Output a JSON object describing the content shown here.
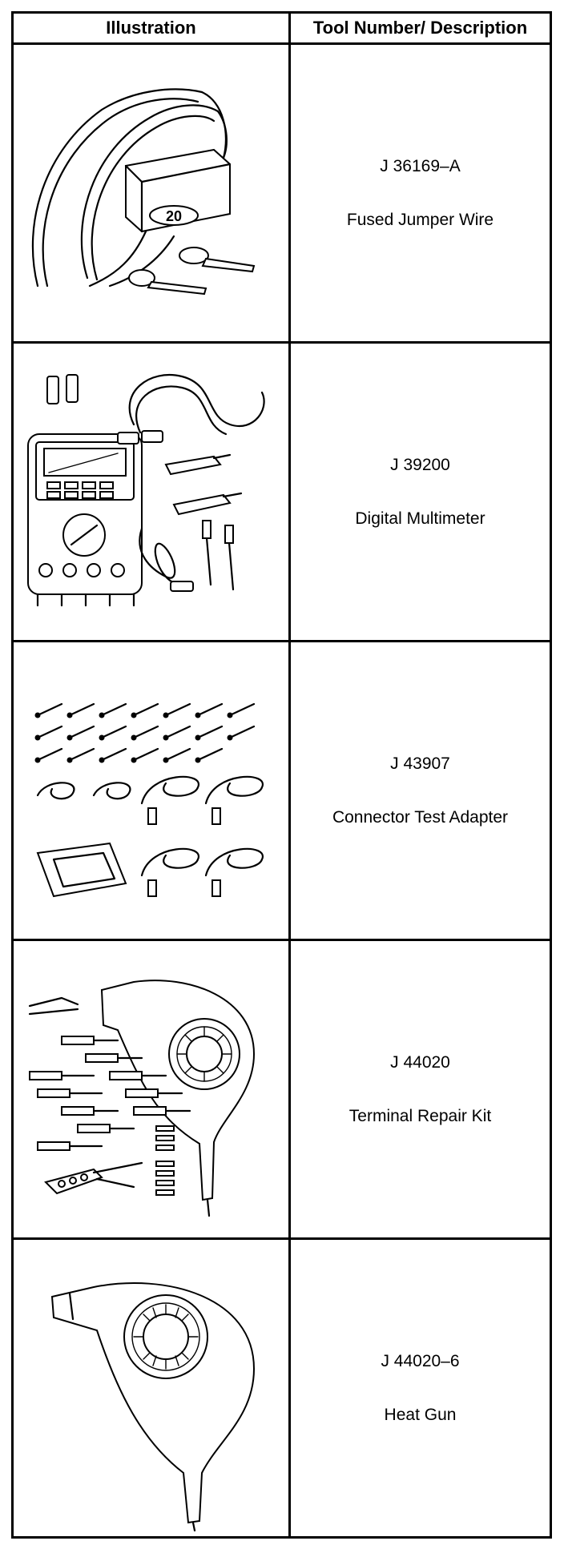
{
  "table": {
    "headers": {
      "illustration": "Illustration",
      "tool": "Tool Number/ Description"
    },
    "rows": [
      {
        "number": "J 36169–A",
        "description": "Fused Jumper Wire",
        "icon": "fused-jumper-wire-icon",
        "fuse_label": "20"
      },
      {
        "number": "J 39200",
        "description": "Digital Multimeter",
        "icon": "digital-multimeter-icon"
      },
      {
        "number": "J 43907",
        "description": "Connector Test Adapter",
        "icon": "connector-test-adapter-icon"
      },
      {
        "number": "J 44020",
        "description": "Terminal Repair Kit",
        "icon": "terminal-repair-kit-icon"
      },
      {
        "number": "J 44020–6",
        "description": "Heat Gun",
        "icon": "heat-gun-icon"
      }
    ]
  }
}
